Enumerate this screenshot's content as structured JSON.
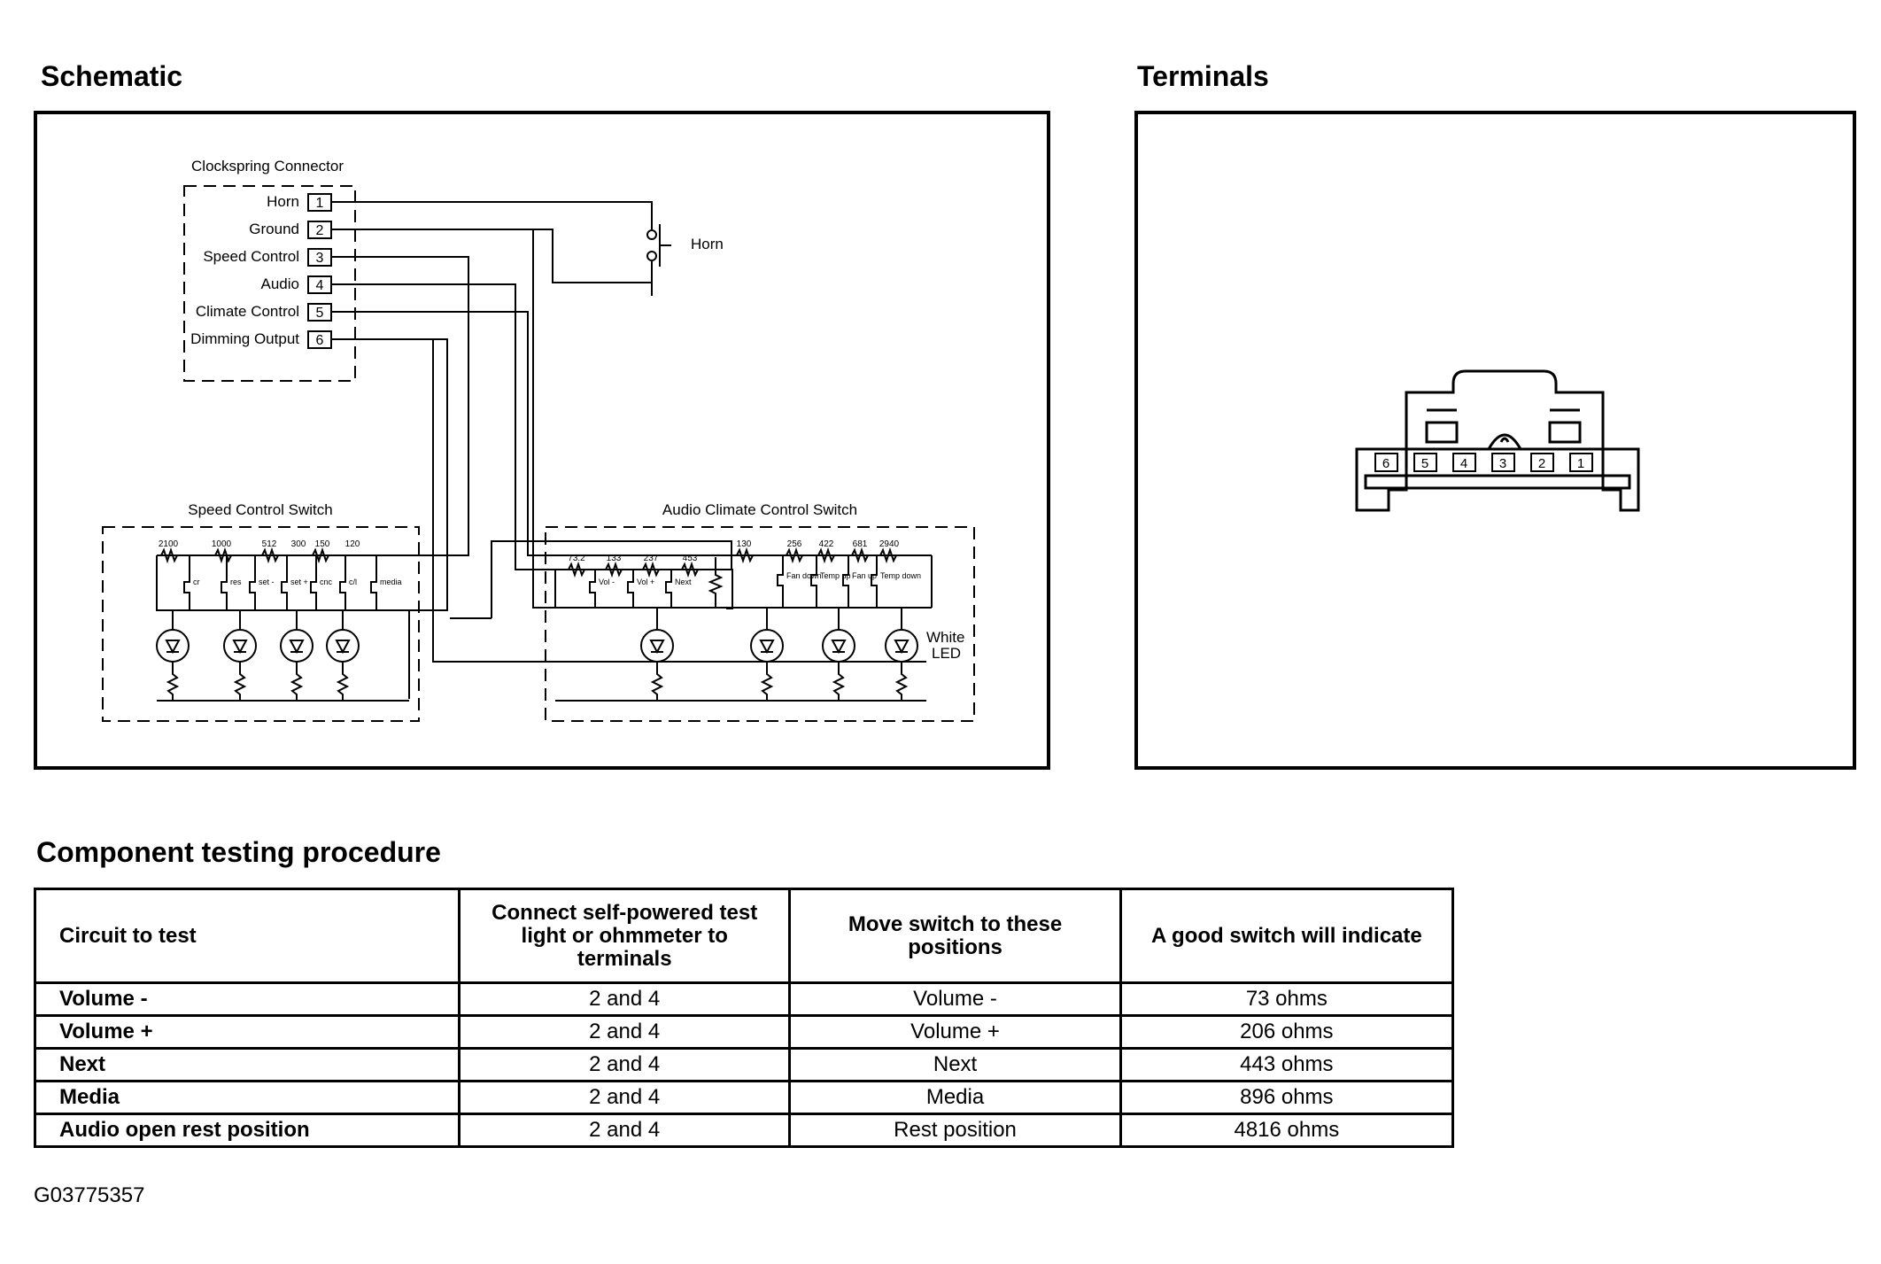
{
  "schematic": {
    "title": "Schematic",
    "connector_label": "Clockspring Connector",
    "connector_pins": [
      {
        "label": "Horn",
        "number": "1"
      },
      {
        "label": "Ground",
        "number": "2"
      },
      {
        "label": "Speed Control",
        "number": "3"
      },
      {
        "label": "Audio",
        "number": "4"
      },
      {
        "label": "Climate Control",
        "number": "5"
      },
      {
        "label": "Dimming Output",
        "number": "6"
      }
    ],
    "horn_label": "Horn",
    "speed_switch": {
      "label": "Speed Control Switch",
      "resistors": [
        "2100",
        "1000",
        "512",
        "300",
        "150",
        "120"
      ],
      "buttons": [
        "cr",
        "res",
        "set -",
        "set +",
        "cnc",
        "c/l",
        "media"
      ]
    },
    "audio_switch": {
      "label": "Audio Climate Control Switch",
      "resistors": [
        "73.2",
        "133",
        "237",
        "453",
        "130",
        "256",
        "422",
        "681",
        "2940"
      ],
      "buttons": [
        "Vol -",
        "Vol +",
        "Next",
        "Fan down",
        "Temp up",
        "Fan up",
        "Temp down"
      ]
    },
    "led_label_line1": "White",
    "led_label_line2": "LED"
  },
  "terminals": {
    "title": "Terminals",
    "pins": [
      "6",
      "5",
      "4",
      "3",
      "2",
      "1"
    ]
  },
  "procedure": {
    "title": "Component testing procedure",
    "headers": [
      "Circuit to test",
      "Connect self-powered test light or ohmmeter to terminals",
      "Move switch to these positions",
      "A good switch will indicate"
    ],
    "rows": [
      {
        "circuit": "Volume -",
        "terminals": "2 and 4",
        "position": "Volume -",
        "indicate": "73 ohms"
      },
      {
        "circuit": "Volume +",
        "terminals": "2 and 4",
        "position": "Volume +",
        "indicate": "206 ohms"
      },
      {
        "circuit": "Next",
        "terminals": "2 and 4",
        "position": "Next",
        "indicate": "443 ohms"
      },
      {
        "circuit": "Media",
        "terminals": "2 and 4",
        "position": "Media",
        "indicate": "896 ohms"
      },
      {
        "circuit": "Audio open rest position",
        "terminals": "2 and 4",
        "position": "Rest position",
        "indicate": "4816 ohms"
      }
    ]
  },
  "figure_id": "G03775357"
}
